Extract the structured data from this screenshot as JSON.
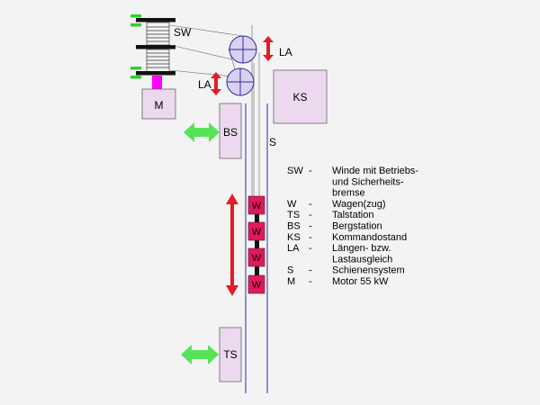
{
  "labels": {
    "sw": "SW",
    "la_top": "LA",
    "la_bottom": "LA",
    "ks": "KS",
    "m": "M",
    "bs": "BS",
    "s": "S",
    "ts": "TS",
    "w": "W"
  },
  "legend": [
    {
      "code": "SW",
      "dash": "-",
      "lines": [
        "Winde mit Betriebs-",
        "und Sicherheits-",
        "bremse"
      ]
    },
    {
      "code": "W",
      "dash": "-",
      "lines": [
        "Wagen(zug)"
      ]
    },
    {
      "code": "TS",
      "dash": "-",
      "lines": [
        "Talstation"
      ]
    },
    {
      "code": "BS",
      "dash": "-",
      "lines": [
        "Bergstation"
      ]
    },
    {
      "code": "KS",
      "dash": "-",
      "lines": [
        "Kommandostand"
      ]
    },
    {
      "code": "LA",
      "dash": "-",
      "lines": [
        "Längen- bzw.",
        "Lastausgleich"
      ]
    },
    {
      "code": "S",
      "dash": "-",
      "lines": [
        "Schienensystem"
      ]
    },
    {
      "code": "M",
      "dash": "-",
      "lines": [
        "Motor 55 kW"
      ]
    }
  ],
  "colors": {
    "background": "#f3f3f3",
    "box_fill": "#ecd9f0",
    "motor_connector": "#ff00ff",
    "wagon_fill": "#e5175e",
    "red_arrow": "#e31c25",
    "green_arrow": "#57e357",
    "line": "#2e2e9e"
  }
}
